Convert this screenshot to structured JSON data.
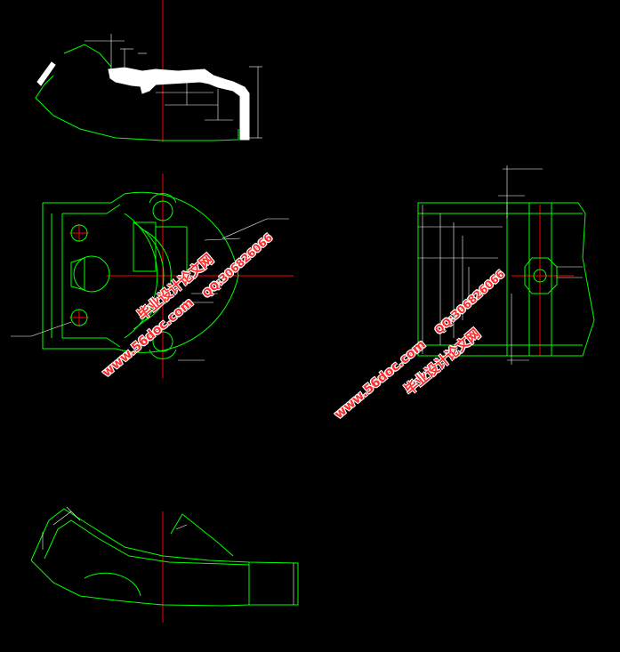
{
  "drawing": {
    "background": "#000000",
    "outline_color": "#00ff00",
    "dimension_color": "#ffffff",
    "centerline_color": "#ff0000"
  },
  "watermarks": {
    "site": "www.56doc.com",
    "name": "毕业设计论文网",
    "qq": "QQ:306826066",
    "color": "#ff2a2a"
  }
}
